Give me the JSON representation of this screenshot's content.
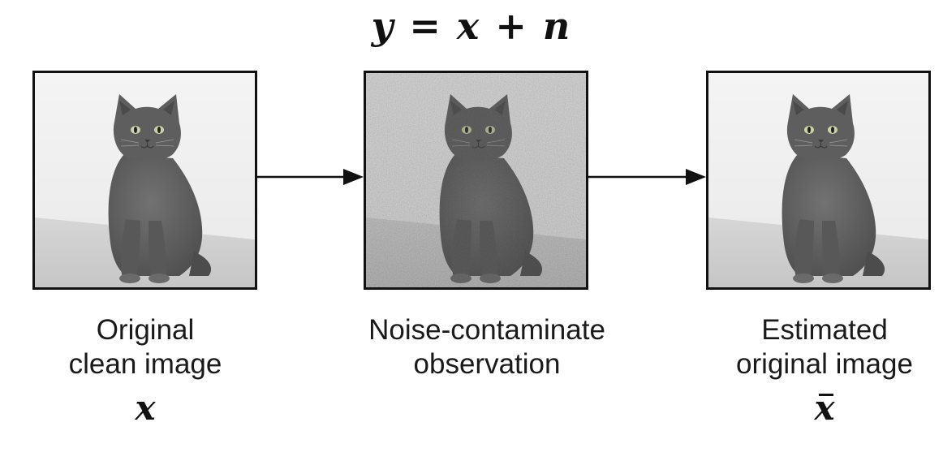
{
  "equation": "y = x + n",
  "panels": [
    {
      "name": "original",
      "caption_lines": [
        "Original",
        "clean image"
      ],
      "symbol": "x",
      "noisy": false
    },
    {
      "name": "noisy",
      "caption_lines": [
        "Noise-contaminate",
        "observation"
      ],
      "symbol": "",
      "noisy": true
    },
    {
      "name": "estimated",
      "caption_lines": [
        "Estimated",
        "original image"
      ],
      "symbol": "x",
      "symbol_accent": "bar",
      "noisy": false
    }
  ],
  "colors": {
    "frame": "#111111",
    "arrow": "#111111",
    "cat": "#5f5f5f",
    "cat_dark": "#3f3f3f",
    "background_wall": "#f2f2f2",
    "background_floor": "#d9d9d9",
    "eyes": "#c8cfa8"
  }
}
